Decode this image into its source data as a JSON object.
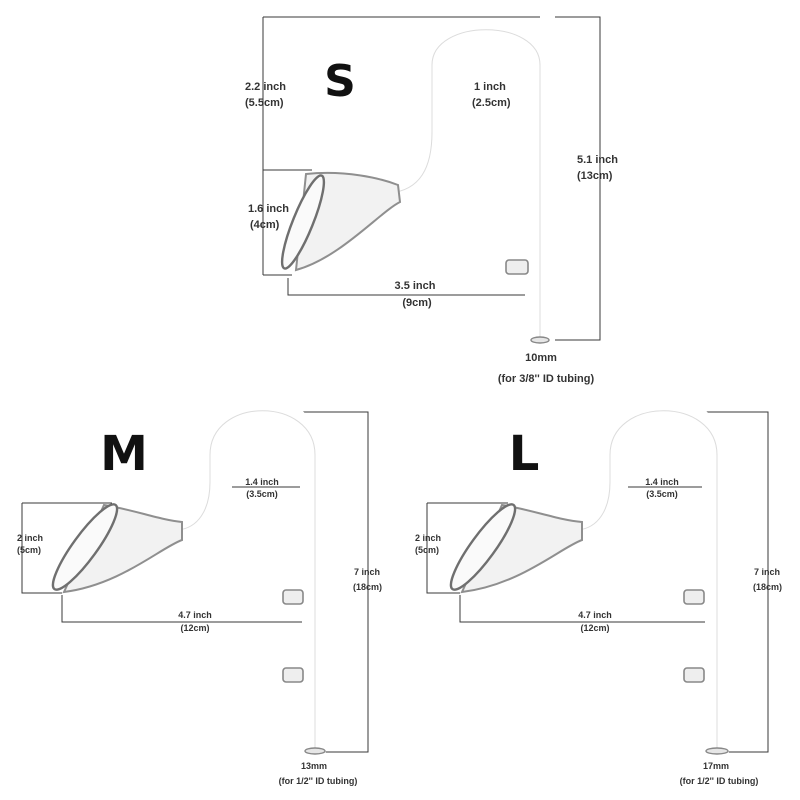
{
  "products": [
    {
      "id": "s",
      "size_label": "S",
      "height": {
        "inch": "5.1 inch",
        "cm": "(13cm)"
      },
      "drop": {
        "inch": "2.2 inch",
        "cm": "(5.5cm)"
      },
      "bend": {
        "inch": "1 inch",
        "cm": "(2.5cm)"
      },
      "mouth": {
        "inch": "1.6 inch",
        "cm": "(4cm)"
      },
      "reach": {
        "inch": "3.5 inch",
        "cm": "(9cm)"
      },
      "tube": {
        "diameter": "10mm",
        "note": "(for 3/8'' ID tubing)"
      }
    },
    {
      "id": "m",
      "size_label": "M",
      "height": {
        "inch": "7 inch",
        "cm": "(18cm)"
      },
      "bend": {
        "inch": "1.4 inch",
        "cm": "(3.5cm)"
      },
      "mouth": {
        "inch": "2 inch",
        "cm": "(5cm)"
      },
      "reach": {
        "inch": "4.7 inch",
        "cm": "(12cm)"
      },
      "tube": {
        "diameter": "13mm",
        "note": "(for 1/2'' ID tubing)"
      }
    },
    {
      "id": "l",
      "size_label": "L",
      "height": {
        "inch": "7 inch",
        "cm": "(18cm)"
      },
      "bend": {
        "inch": "1.4 inch",
        "cm": "(3.5cm)"
      },
      "mouth": {
        "inch": "2 inch",
        "cm": "(5cm)"
      },
      "reach": {
        "inch": "4.7 inch",
        "cm": "(12cm)"
      },
      "tube": {
        "diameter": "17mm",
        "note": "(for 1/2'' ID tubing)"
      }
    }
  ]
}
